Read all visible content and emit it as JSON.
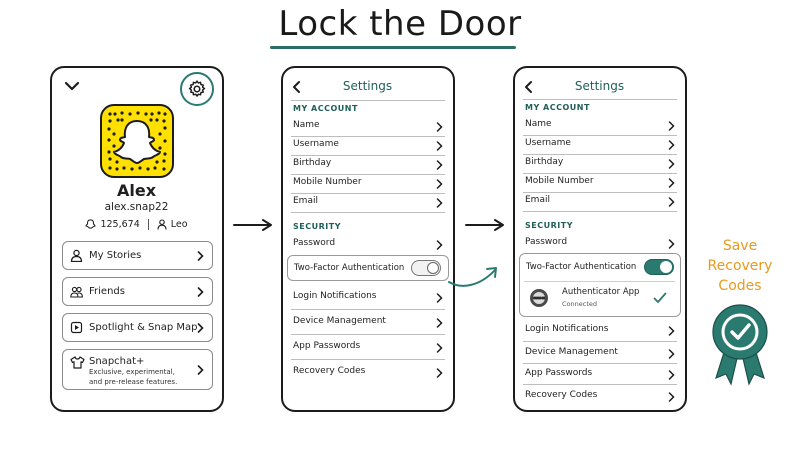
{
  "title": "Lock the Door",
  "phone1": {
    "name": "Alex",
    "username": "alex.snap22",
    "score": "125,674",
    "zodiac": "Leo",
    "menu": [
      {
        "label": "My Stories",
        "icon": "person-icon"
      },
      {
        "label": "Friends",
        "icon": "friends-icon"
      },
      {
        "label": "Spotlight & Snap Map",
        "icon": "play-icon"
      },
      {
        "label": "Snapchat+",
        "icon": "shirt-icon",
        "sub1": "Exclusive, experimental,",
        "sub2": "and pre-release features."
      }
    ]
  },
  "settings": {
    "header": "Settings",
    "my_account": "MY ACCOUNT",
    "account_rows": [
      "Name",
      "Username",
      "Birthday",
      "Mobile Number",
      "Email"
    ],
    "security": "SECURITY",
    "password": "Password",
    "tfa": "Two-Factor Authentication",
    "lower_rows": [
      "Login Notifications",
      "Device Management",
      "App Passwords",
      "Recovery Codes"
    ],
    "auth_app": "Authenticator App",
    "auth_status": "Connected",
    "tfa_off_state": false,
    "tfa_on_state": true
  },
  "callout": {
    "line1": "Save",
    "line2": "Recovery",
    "line3": "Codes"
  },
  "colors": {
    "accent": "#2a7a70",
    "callout": "#e89a1c",
    "snap_yellow": "#ffe000"
  }
}
